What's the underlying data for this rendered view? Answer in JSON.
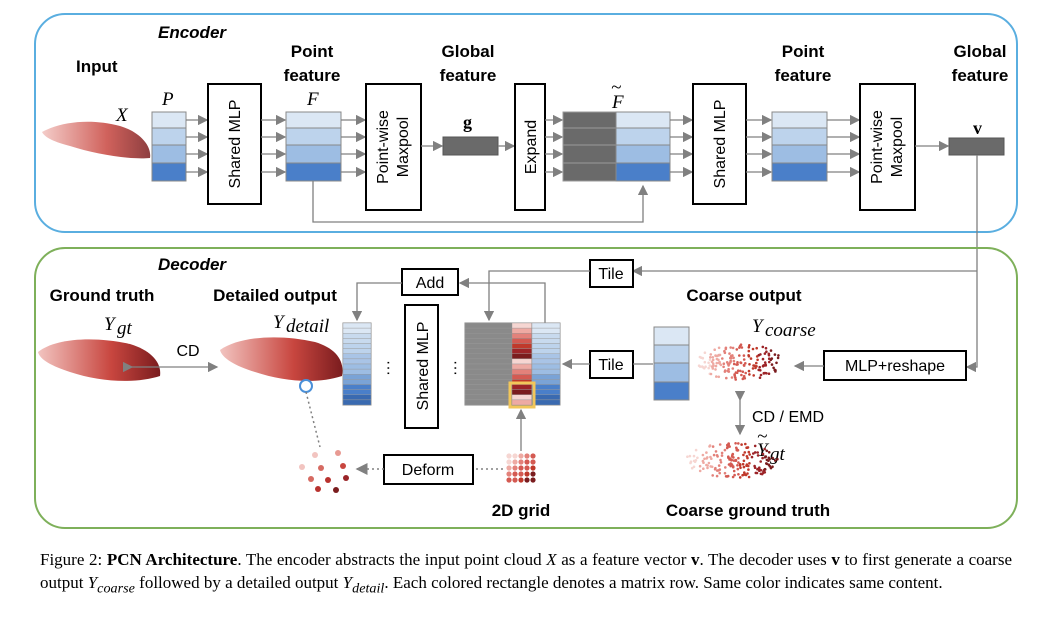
{
  "encoder": {
    "title": "Encoder",
    "input_label": "Input",
    "input_var": "X",
    "p_var": "P",
    "shared_mlp_1": "Shared MLP",
    "point_feature_1": [
      "Point",
      "feature"
    ],
    "f_var": "F",
    "maxpool_1": [
      "Point-wise",
      "Maxpool"
    ],
    "global_feature_1": [
      "Global",
      "feature"
    ],
    "g_var": "g",
    "expand": "Expand",
    "f_tilde_var": "F",
    "shared_mlp_2": "Shared MLP",
    "point_feature_2": [
      "Point",
      "feature"
    ],
    "maxpool_2": [
      "Point-wise",
      "Maxpool"
    ],
    "global_feature_2": [
      "Global",
      "feature"
    ],
    "v_var": "v"
  },
  "decoder": {
    "title": "Decoder",
    "ground_truth": "Ground truth",
    "y_gt": "Y",
    "y_gt_sub": "gt",
    "cd": "CD",
    "detailed_output": "Detailed output",
    "y_detail": "Y",
    "y_detail_sub": "detail",
    "add": "Add",
    "tile_top": "Tile",
    "shared_mlp": "Shared MLP",
    "tile_mid": "Tile",
    "coarse_output": "Coarse output",
    "y_coarse": "Y",
    "y_coarse_sub": "coarse",
    "mlp_reshape": "MLP+reshape",
    "cd_emd": "CD / EMD",
    "y_gt_tilde": "Y",
    "y_gt_tilde_sub": "gt",
    "deform": "Deform",
    "grid_2d": "2D grid",
    "coarse_ground_truth": "Coarse ground truth",
    "dots": "· · ·"
  },
  "caption": {
    "prefix": "Figure 2: ",
    "bold": "PCN Architecture",
    "t1": ". The encoder abstracts the input point cloud ",
    "x": "X",
    "t2": " as a feature vector ",
    "v": "v",
    "t3": ". The decoder uses ",
    "v2": "v",
    "t4": " to first generate a coarse output ",
    "y1": "Y",
    "y1_sub": "coarse",
    "t5": " followed by a detailed output ",
    "y2": "Y",
    "y2_sub": "detail",
    "t6": ". Each colored rectangle denotes a matrix row. Same color indicates same content."
  },
  "colors": {
    "encoder_border": "#5aaee0",
    "decoder_border": "#7eb05a",
    "row_light": "#dbe7f4",
    "row_mid1": "#bdd3ec",
    "row_mid2": "#9dbde3",
    "row_dark": "#4a7fc9",
    "gray_block": "#6a6a6a",
    "red_points": "#b8322e",
    "highlight": "#f2c65a"
  }
}
